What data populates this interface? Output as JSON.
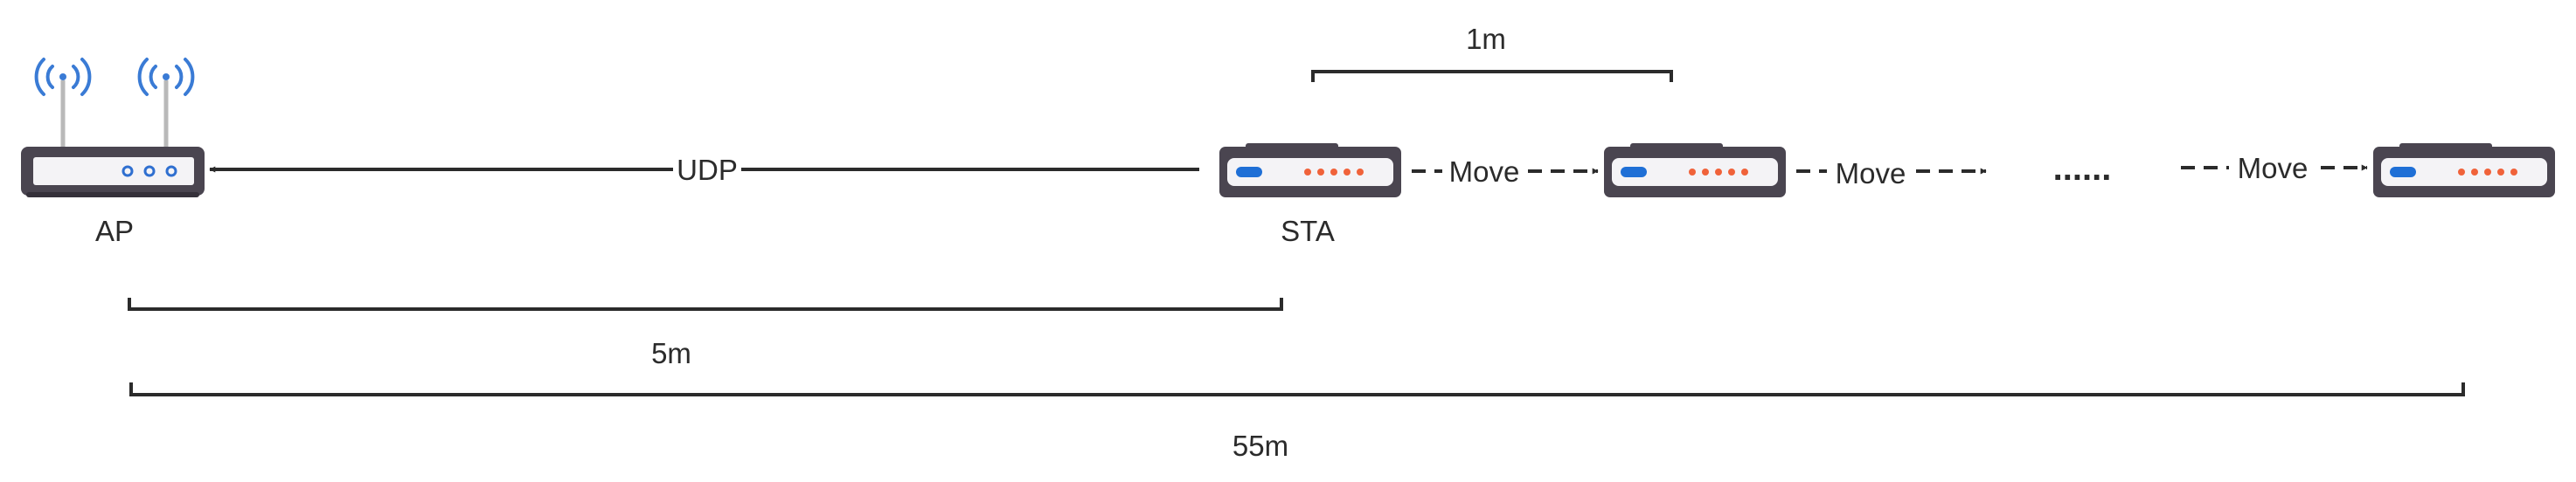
{
  "labels": {
    "ap": "AP",
    "sta": "STA",
    "udp": "UDP",
    "move": "Move",
    "ellipsis": "......",
    "step_distance": "1m",
    "start_distance": "5m",
    "total_distance": "55m"
  },
  "colors": {
    "line": "#2b2b2b",
    "device_body": "#4a4550",
    "device_panel": "#f4f3f6",
    "ap_led": "#2f6fd0",
    "sta_led_blue": "#1f6fd6",
    "sta_led_orange": "#f0623a",
    "antenna_wave": "#3a7bd5",
    "antenna_pole": "#b9b9b9"
  },
  "icons": {
    "ap": "wifi-router-icon",
    "sta": "station-device-icon"
  }
}
